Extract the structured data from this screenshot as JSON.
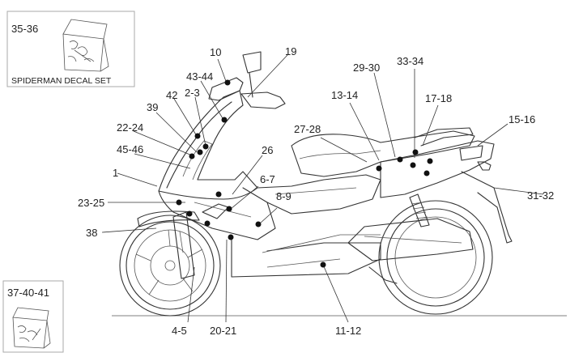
{
  "diagram": {
    "subject": "Scooter body decals parts diagram",
    "inset_kits": [
      {
        "id": "kit-spiderman",
        "ref": "35-36",
        "caption": "SPIDERMAN DECAL SET"
      },
      {
        "id": "kit-lower",
        "ref": "37-40-41",
        "caption": ""
      }
    ],
    "callouts": [
      {
        "ref": "10"
      },
      {
        "ref": "19"
      },
      {
        "ref": "43-44"
      },
      {
        "ref": "42"
      },
      {
        "ref": "2-3"
      },
      {
        "ref": "39"
      },
      {
        "ref": "22-24"
      },
      {
        "ref": "45-46"
      },
      {
        "ref": "1"
      },
      {
        "ref": "23-25"
      },
      {
        "ref": "38"
      },
      {
        "ref": "26"
      },
      {
        "ref": "6-7"
      },
      {
        "ref": "8-9"
      },
      {
        "ref": "27-28"
      },
      {
        "ref": "13-14"
      },
      {
        "ref": "29-30"
      },
      {
        "ref": "33-34"
      },
      {
        "ref": "17-18"
      },
      {
        "ref": "15-16"
      },
      {
        "ref": "31-32"
      },
      {
        "ref": "4-5"
      },
      {
        "ref": "20-21"
      },
      {
        "ref": "11-12"
      }
    ]
  }
}
